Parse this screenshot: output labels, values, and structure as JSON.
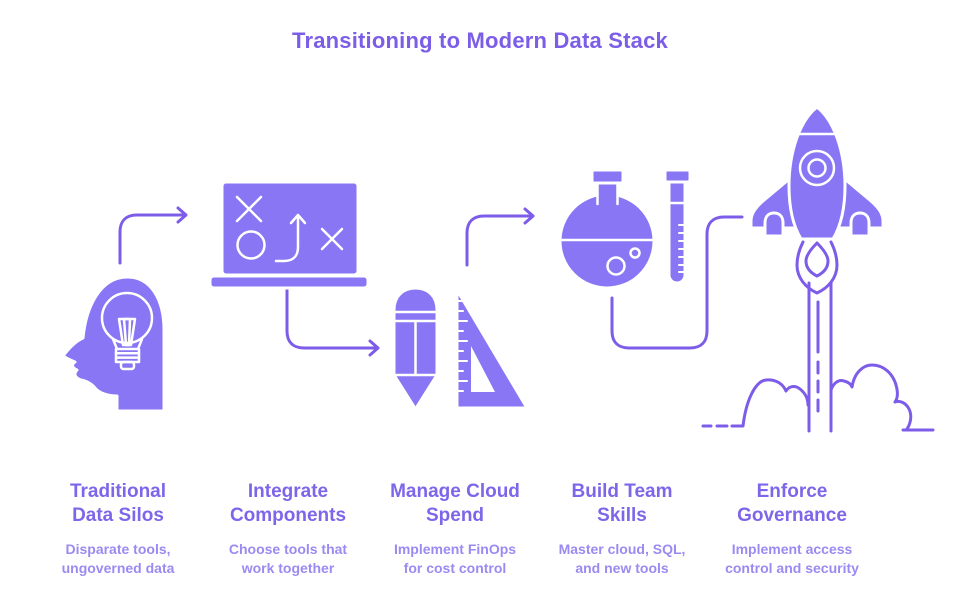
{
  "title": "Transitioning to Modern Data Stack",
  "stages": [
    {
      "heading_lines": [
        "Traditional",
        "Data Silos"
      ],
      "sub_lines": [
        "Disparate tools,",
        "ungoverned data"
      ],
      "icon": "head-lightbulb"
    },
    {
      "heading_lines": [
        "Integrate",
        "Components"
      ],
      "sub_lines": [
        "Choose tools that",
        "work together"
      ],
      "icon": "strategy-board"
    },
    {
      "heading_lines": [
        "Manage Cloud",
        "Spend"
      ],
      "sub_lines": [
        "Implement FinOps",
        "for cost control"
      ],
      "icon": "pencil-and-ruler"
    },
    {
      "heading_lines": [
        "Build Team",
        "Skills"
      ],
      "sub_lines": [
        "Master cloud, SQL,",
        "and new tools"
      ],
      "icon": "flask-and-test-tube"
    },
    {
      "heading_lines": [
        "Enforce",
        "Governance"
      ],
      "sub_lines": [
        "Implement access",
        "control and security"
      ],
      "icon": "rocket-launch"
    }
  ],
  "colors": {
    "title": "#7c5de7",
    "heading": "#7d66e9",
    "subheading": "#9b8af2",
    "icon_fill": "#8876f4",
    "icon_outline": "#ffffff",
    "line": "#7c5ce8",
    "background": "#ffffff"
  }
}
